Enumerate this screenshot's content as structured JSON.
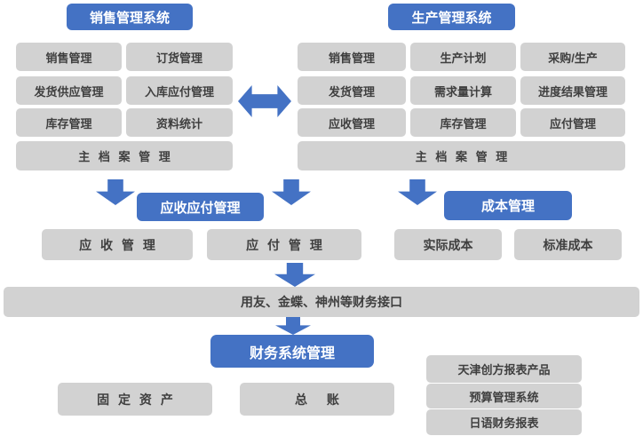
{
  "colors": {
    "accent_blue": "#4472C4",
    "box_gray": "#D2D2D2",
    "text_dark": "#3F3F3F"
  },
  "sales_system": {
    "title": "销售管理系统",
    "modules": [
      "销售管理",
      "订货管理",
      "发货供应管理",
      "入库应付管理",
      "库存管理",
      "资料统计"
    ],
    "master_file": "主 档 案 管 理"
  },
  "production_system": {
    "title": "生产管理系统",
    "modules": [
      "销售管理",
      "生产计划",
      "采购/生产",
      "发货管理",
      "需求量计算",
      "进度结果管理",
      "应收管理",
      "库存管理",
      "应付管理"
    ],
    "master_file": "主 档 案 管 理"
  },
  "receivable_payable_section": {
    "title": "应收应付管理",
    "items": [
      "应 收 管 理",
      "应 付 管 理"
    ]
  },
  "cost_section": {
    "title": "成本管理",
    "items": [
      "实际成本",
      "标准成本"
    ]
  },
  "finance_interface_bar": "用友、金蝶、神州等财务接口",
  "finance_system_section": {
    "title": "财务系统管理",
    "items": [
      "固 定 资 产",
      "总 账"
    ]
  },
  "report_products": [
    "天津创方报表产品",
    "预算管理系统",
    "日语财务报表"
  ]
}
